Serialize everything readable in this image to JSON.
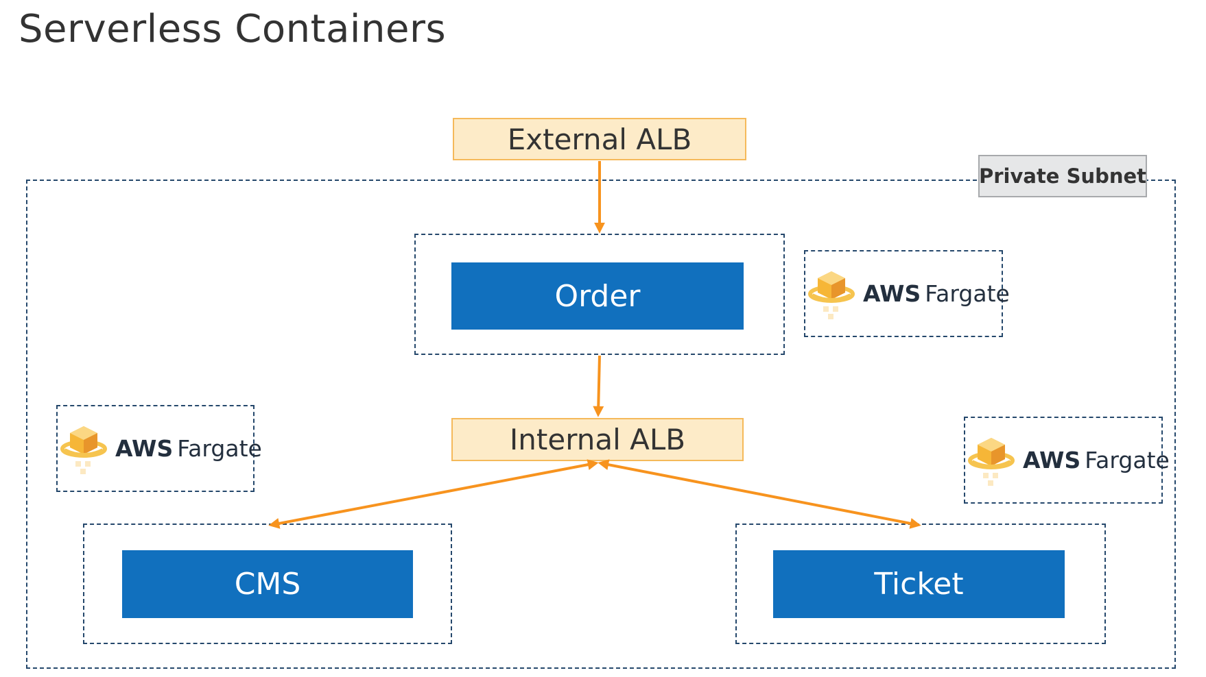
{
  "title": "Serverless Containers",
  "external_alb": {
    "label": "External ALB"
  },
  "internal_alb": {
    "label": "Internal ALB"
  },
  "private_subnet": {
    "label": "Private Subnet"
  },
  "services": {
    "order": "Order",
    "cms": "CMS",
    "ticket": "Ticket"
  },
  "fargate": {
    "aws": "AWS",
    "product": "Fargate"
  },
  "icons": {
    "fargate": "aws-fargate-icon"
  },
  "colors": {
    "arrow": "#f7931e",
    "service_fill": "#1170be",
    "alb_fill": "#fdebc8",
    "alb_border": "#f5b95a",
    "dashed_border": "#24476b",
    "label_fill": "#e6e7e8"
  }
}
